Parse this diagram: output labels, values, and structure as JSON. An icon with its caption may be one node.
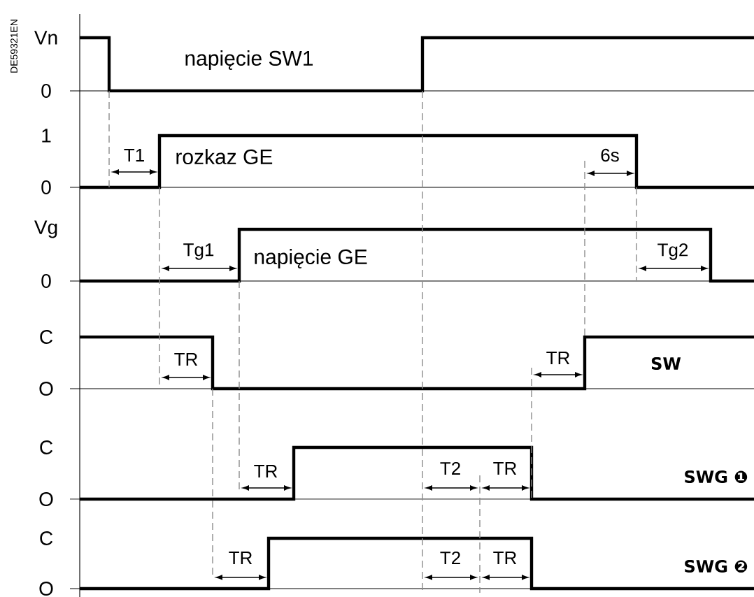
{
  "diagram": {
    "labels": [
      "DE59321EN",
      "Vn",
      "napięcie SW1",
      "0",
      "1",
      "T1",
      "rozkaz GE",
      "6s",
      "0",
      "Vg",
      "Tg1",
      "napięcie GE",
      "Tg2",
      "0",
      "C",
      "TR",
      "TR",
      "SW",
      "O",
      "C",
      "TR",
      "T2",
      "TR",
      "SWG ❶",
      "O",
      "C",
      "TR",
      "T2",
      "TR",
      "SWG ❷",
      "O"
    ]
  }
}
